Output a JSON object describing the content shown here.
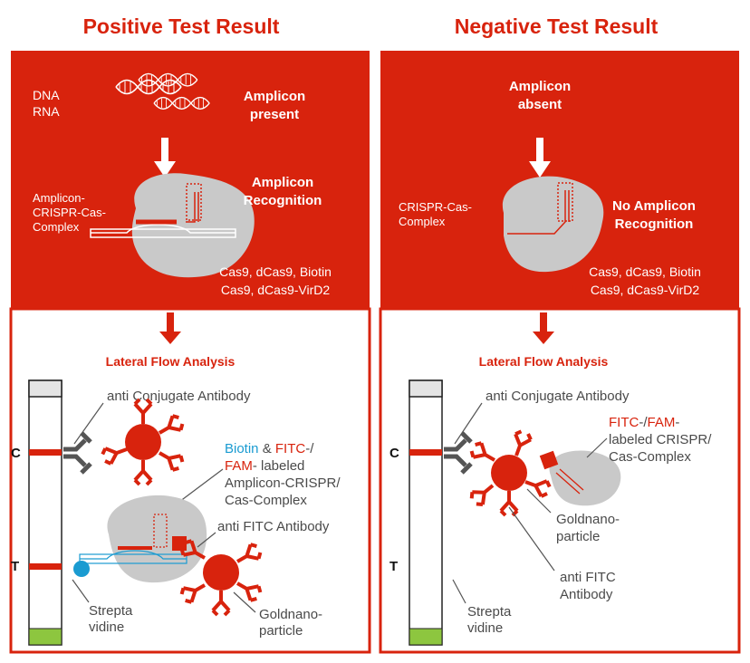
{
  "positive": {
    "title": "Positive Test Result",
    "dna_label": "DNA",
    "rna_label": "RNA",
    "amplicon_line1": "Amplicon",
    "amplicon_line2": "present",
    "complex_line1": "Amplicon-",
    "complex_line2": "CRISPR-Cas-",
    "complex_line3": "Complex",
    "recognition_line1": "Amplicon",
    "recognition_line2": "Recognition",
    "cas_line1": "Cas9, dCas9, Biotin",
    "cas_line2": "Cas9, dCas9-VirD2",
    "lateral_flow": "Lateral Flow Analysis",
    "anti_conjugate": "anti Conjugate Antibody",
    "label_biotin": "Biotin",
    "label_amp": " & ",
    "label_fitc": "FITC",
    "label_dash_slash": "-/",
    "label_fam": "FAM",
    "label_labeled": "- labeled",
    "label_line3": "Amplicon-CRISPR/",
    "label_line4": "Cas-Complex",
    "anti_fitc": "anti FITC Antibody",
    "strepta_line1": "Strepta",
    "strepta_line2": "vidine",
    "gold_line1": "Goldnano-",
    "gold_line2": "particle",
    "c_label": "C",
    "t_label": "T"
  },
  "negative": {
    "title": "Negative Test Result",
    "amplicon_line1": "Amplicon",
    "amplicon_line2": "absent",
    "complex_line1": "CRISPR-Cas-",
    "complex_line2": "Complex",
    "recognition_line1": "No Amplicon",
    "recognition_line2": "Recognition",
    "cas_line1": "Cas9, dCas9, Biotin",
    "cas_line2": "Cas9, dCas9-VirD2",
    "lateral_flow": "Lateral Flow Analysis",
    "anti_conjugate": "anti Conjugate Antibody",
    "label_fitc": "FITC",
    "label_dash_slash": "-/",
    "label_fam": "FAM",
    "label_dash": "-",
    "label_line2": "labeled CRISPR/",
    "label_line3": "Cas-Complex",
    "gold_line1": "Goldnano-",
    "gold_line2": "particle",
    "anti_fitc_line1": "anti FITC",
    "anti_fitc_line2": "Antibody",
    "strepta_line1": "Strepta",
    "strepta_line2": "vidine",
    "c_label": "C",
    "t_label": "T"
  },
  "colors": {
    "red": "#d8230d",
    "grey_blob": "#c9c9c9",
    "blue": "#1a9bd1",
    "green": "#8dc63f"
  }
}
